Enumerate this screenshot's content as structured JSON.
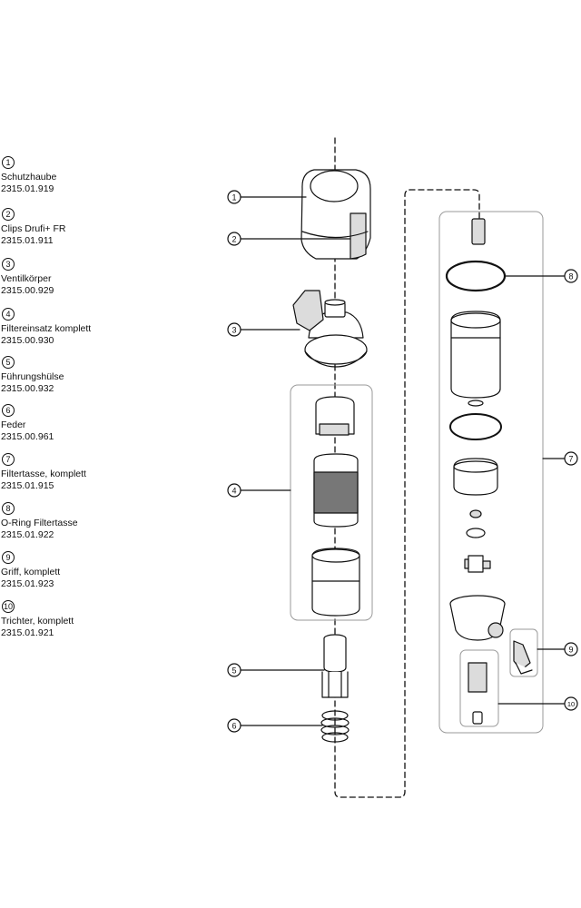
{
  "legend": [
    {
      "num": "1",
      "name": "Schutzhaube",
      "code": "2315.01.919"
    },
    {
      "num": "2",
      "name": "Clips Drufi+ FR",
      "code": "2315.01.911"
    },
    {
      "num": "3",
      "name": "Ventilkörper",
      "code": "2315.00.929"
    },
    {
      "num": "4",
      "name": "Filtereinsatz komplett",
      "code": "2315.00.930"
    },
    {
      "num": "5",
      "name": "Führungshülse",
      "code": "2315.00.932"
    },
    {
      "num": "6",
      "name": "Feder",
      "code": "2315.00.961"
    },
    {
      "num": "7",
      "name": "Filtertasse, komplett",
      "code": "2315.01.915"
    },
    {
      "num": "8",
      "name": "O-Ring Filtertasse",
      "code": "2315.01.922"
    },
    {
      "num": "9",
      "name": "Griff, komplett",
      "code": "2315.01.923"
    },
    {
      "num": "10",
      "name": "Trichter, komplett",
      "code": "2315.01.921"
    }
  ],
  "callouts": [
    "1",
    "2",
    "3",
    "4",
    "5",
    "6",
    "8",
    "7",
    "9",
    "10"
  ],
  "colors": {
    "line": "#111111",
    "part_fill": "#ffffff",
    "part_shade": "#dcdcdc",
    "group_box": "#9a9a9a"
  }
}
